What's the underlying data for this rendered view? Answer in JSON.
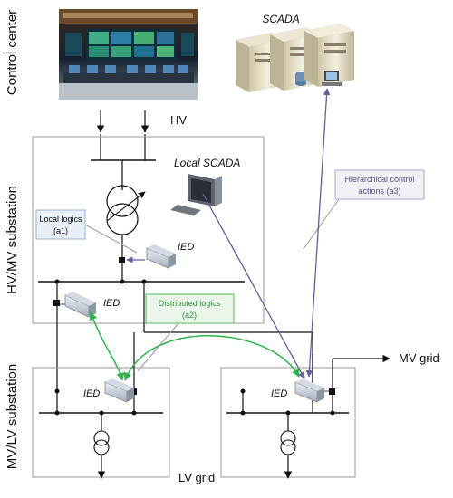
{
  "zones": {
    "control_center": "Control center",
    "hv_mv_substation": "HV/MV substation",
    "mv_lv_substation": "MV/LV substation"
  },
  "labels": {
    "scada": "SCADA",
    "local_scada": "Local SCADA",
    "hv": "HV",
    "mv_grid": "MV grid",
    "lv_grid": "LV grid",
    "ied": "IED"
  },
  "callouts": {
    "local_logics": [
      "Local logics",
      "(a1)"
    ],
    "distributed_logics": [
      "Distributed logics",
      "(a2)"
    ],
    "hierarchical": [
      "Hierarchical control",
      "actions (a3)"
    ]
  },
  "colors": {
    "green": "#2db34a",
    "purple": "#6a5c9c",
    "box_border": "#9a9a9a",
    "local_box_fill": "#e9eff7",
    "local_box_border": "#9db3d1",
    "dist_box_fill": "#eaf6ea",
    "dist_box_border": "#58b85a",
    "hier_box_fill": "#f2eff6",
    "hier_box_border": "#b3a7c8"
  }
}
